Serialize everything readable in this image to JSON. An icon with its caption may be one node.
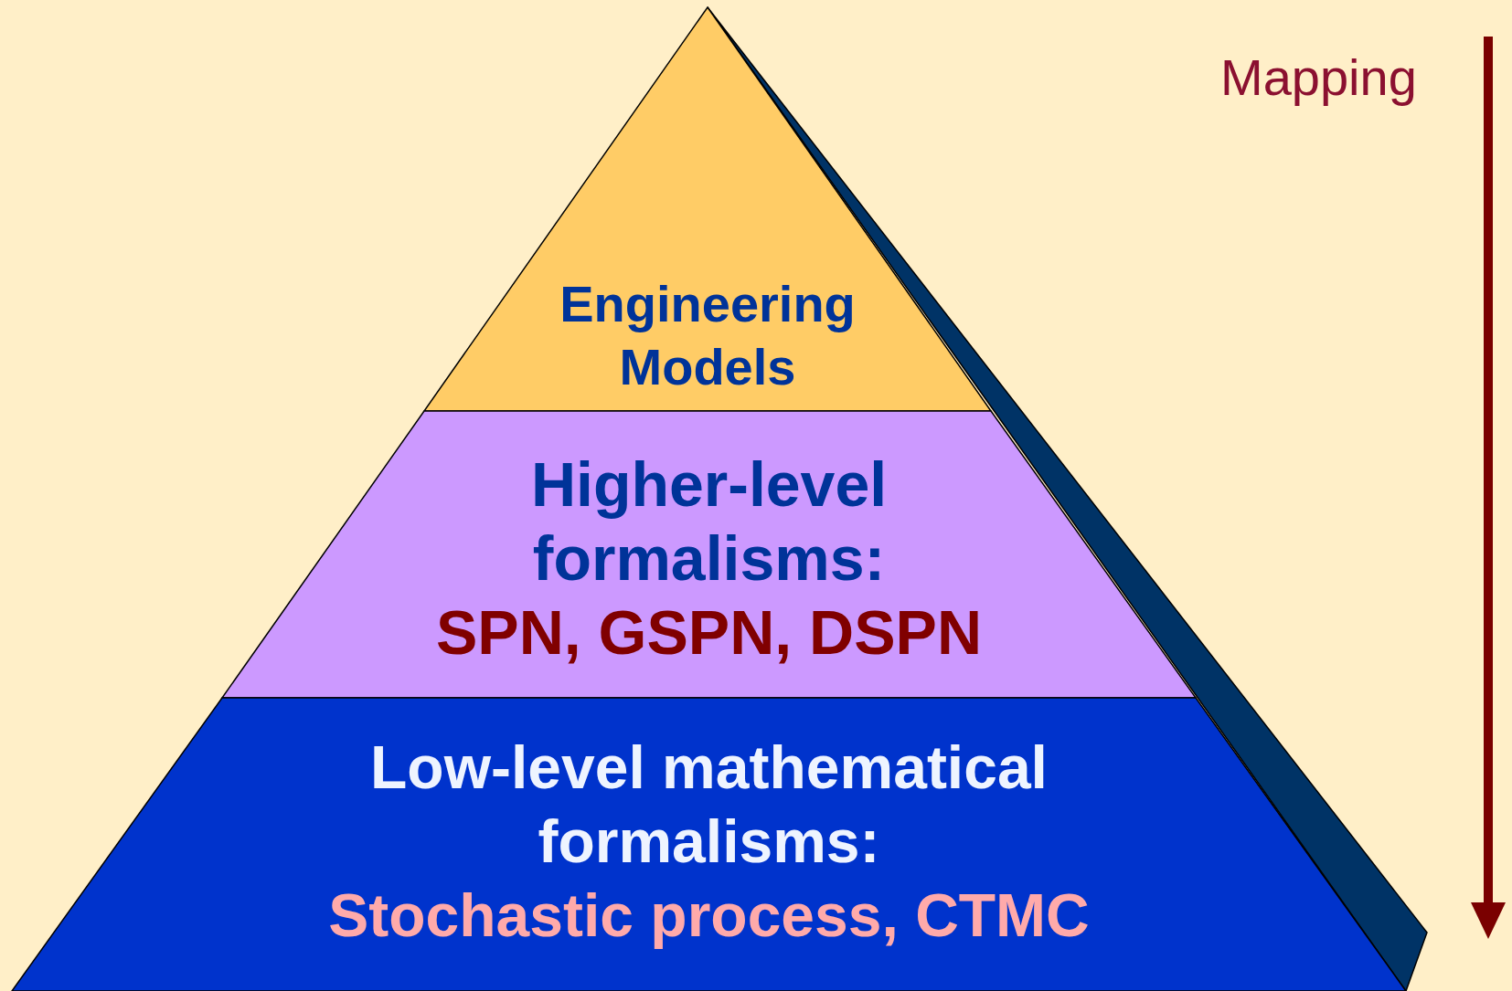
{
  "diagram": {
    "nodes": [
      {
        "text": [
          "Engineering Models"
        ]
      },
      {
        "text": [
          "Higher-level formalisms:",
          "SPN, GSPN, DSPN"
        ]
      },
      {
        "text": [
          "Low-level mathematical formalisms:",
          "Stochastic process, CTMC"
        ]
      }
    ],
    "labels": [
      "Mapping"
    ]
  }
}
